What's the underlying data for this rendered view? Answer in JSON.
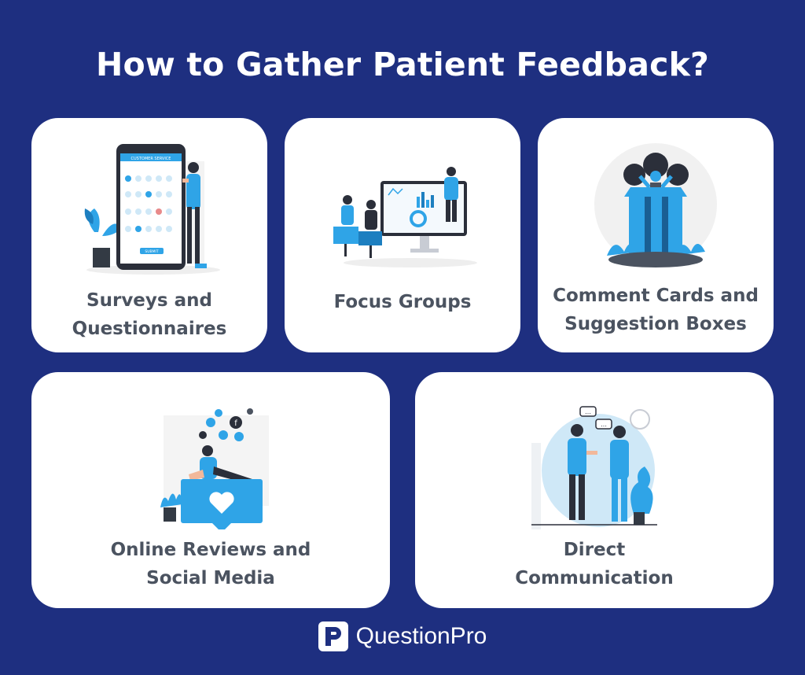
{
  "title": "How to Gather Patient Feedback?",
  "colors": {
    "background": "#1e2f80",
    "card": "#ffffff",
    "accent": "#2fa4e7",
    "label": "#4b5360"
  },
  "cards": [
    {
      "label_lines": [
        "Surveys and",
        "Questionnaires"
      ],
      "icon": "survey-phone-illustration"
    },
    {
      "label_lines": [
        "Focus Groups"
      ],
      "icon": "focus-group-illustration"
    },
    {
      "label_lines": [
        "Comment Cards and",
        "Suggestion Boxes"
      ],
      "icon": "suggestion-box-illustration"
    },
    {
      "label_lines": [
        "Online Reviews and",
        "Social Media"
      ],
      "icon": "social-media-illustration"
    },
    {
      "label_lines": [
        "Direct",
        "Communication"
      ],
      "icon": "conversation-illustration"
    }
  ],
  "survey_screen": {
    "header": "CUSTOMER SERVICE",
    "submit": "SUBMIT"
  },
  "brand": {
    "name": "QuestionPro",
    "icon": "questionpro-logo-icon"
  }
}
